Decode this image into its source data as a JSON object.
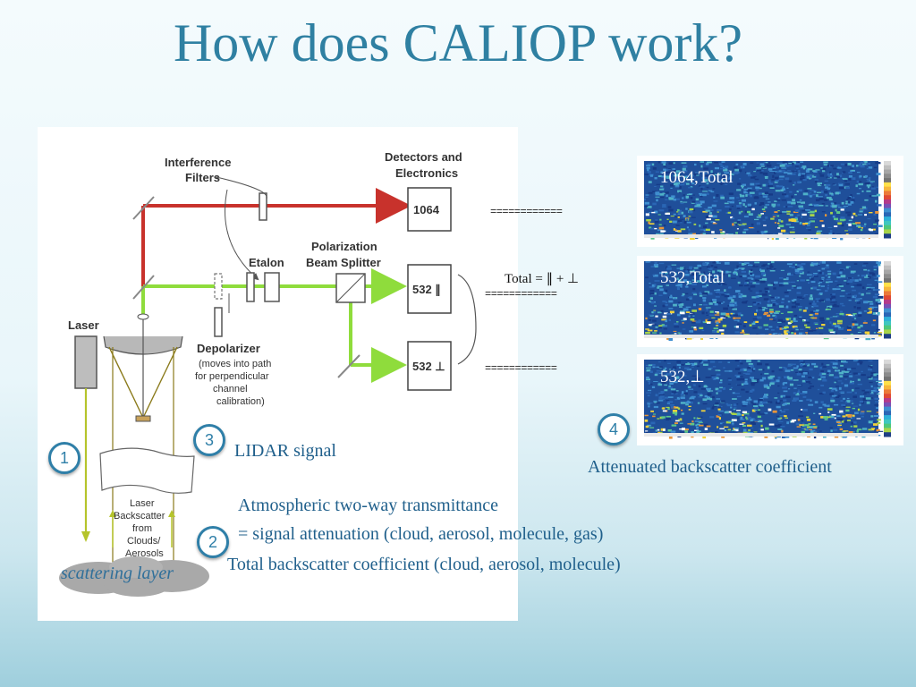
{
  "title": "How does CALIOP work?",
  "diagram": {
    "interference_filters": "Interference\nFilters",
    "detectors": "Detectors and\nElectronics",
    "etalon": "Etalon",
    "polarization_splitter": "Polarization\nBeam Splitter",
    "laser": "Laser",
    "depolarizer_title": "Depolarizer",
    "depolarizer_note": "(moves into path\nfor perpendicular\nchannel\ncalibration)",
    "det_1064": "1064",
    "det_532_par": "532 ∥",
    "det_532_perp": "532 ⊥",
    "backscatter": "Laser\nBackscatter\nfrom\nClouds/\nAerosols",
    "scattering_layer": "scattering layer",
    "colors": {
      "ir_beam": "#c8322c",
      "green_beam": "#8fdc3c",
      "ray": "#8a7a1a"
    }
  },
  "dashes": "============",
  "total_formula": "Total = ∥ + ⊥",
  "plots": [
    {
      "label": "1064,Total"
    },
    {
      "label": "532,Total"
    },
    {
      "label": "532,⊥"
    }
  ],
  "badges": [
    "1",
    "2",
    "3",
    "4"
  ],
  "notes": {
    "lidar_signal": "LIDAR signal",
    "attenuated": "Attenuated backscatter coefficient",
    "transmittance_1": "Atmospheric two-way transmittance",
    "transmittance_2": "= signal attenuation (cloud, aerosol, molecule, gas)",
    "total_backscatter": "Total backscatter coefficient (cloud, aerosol, molecule)"
  }
}
